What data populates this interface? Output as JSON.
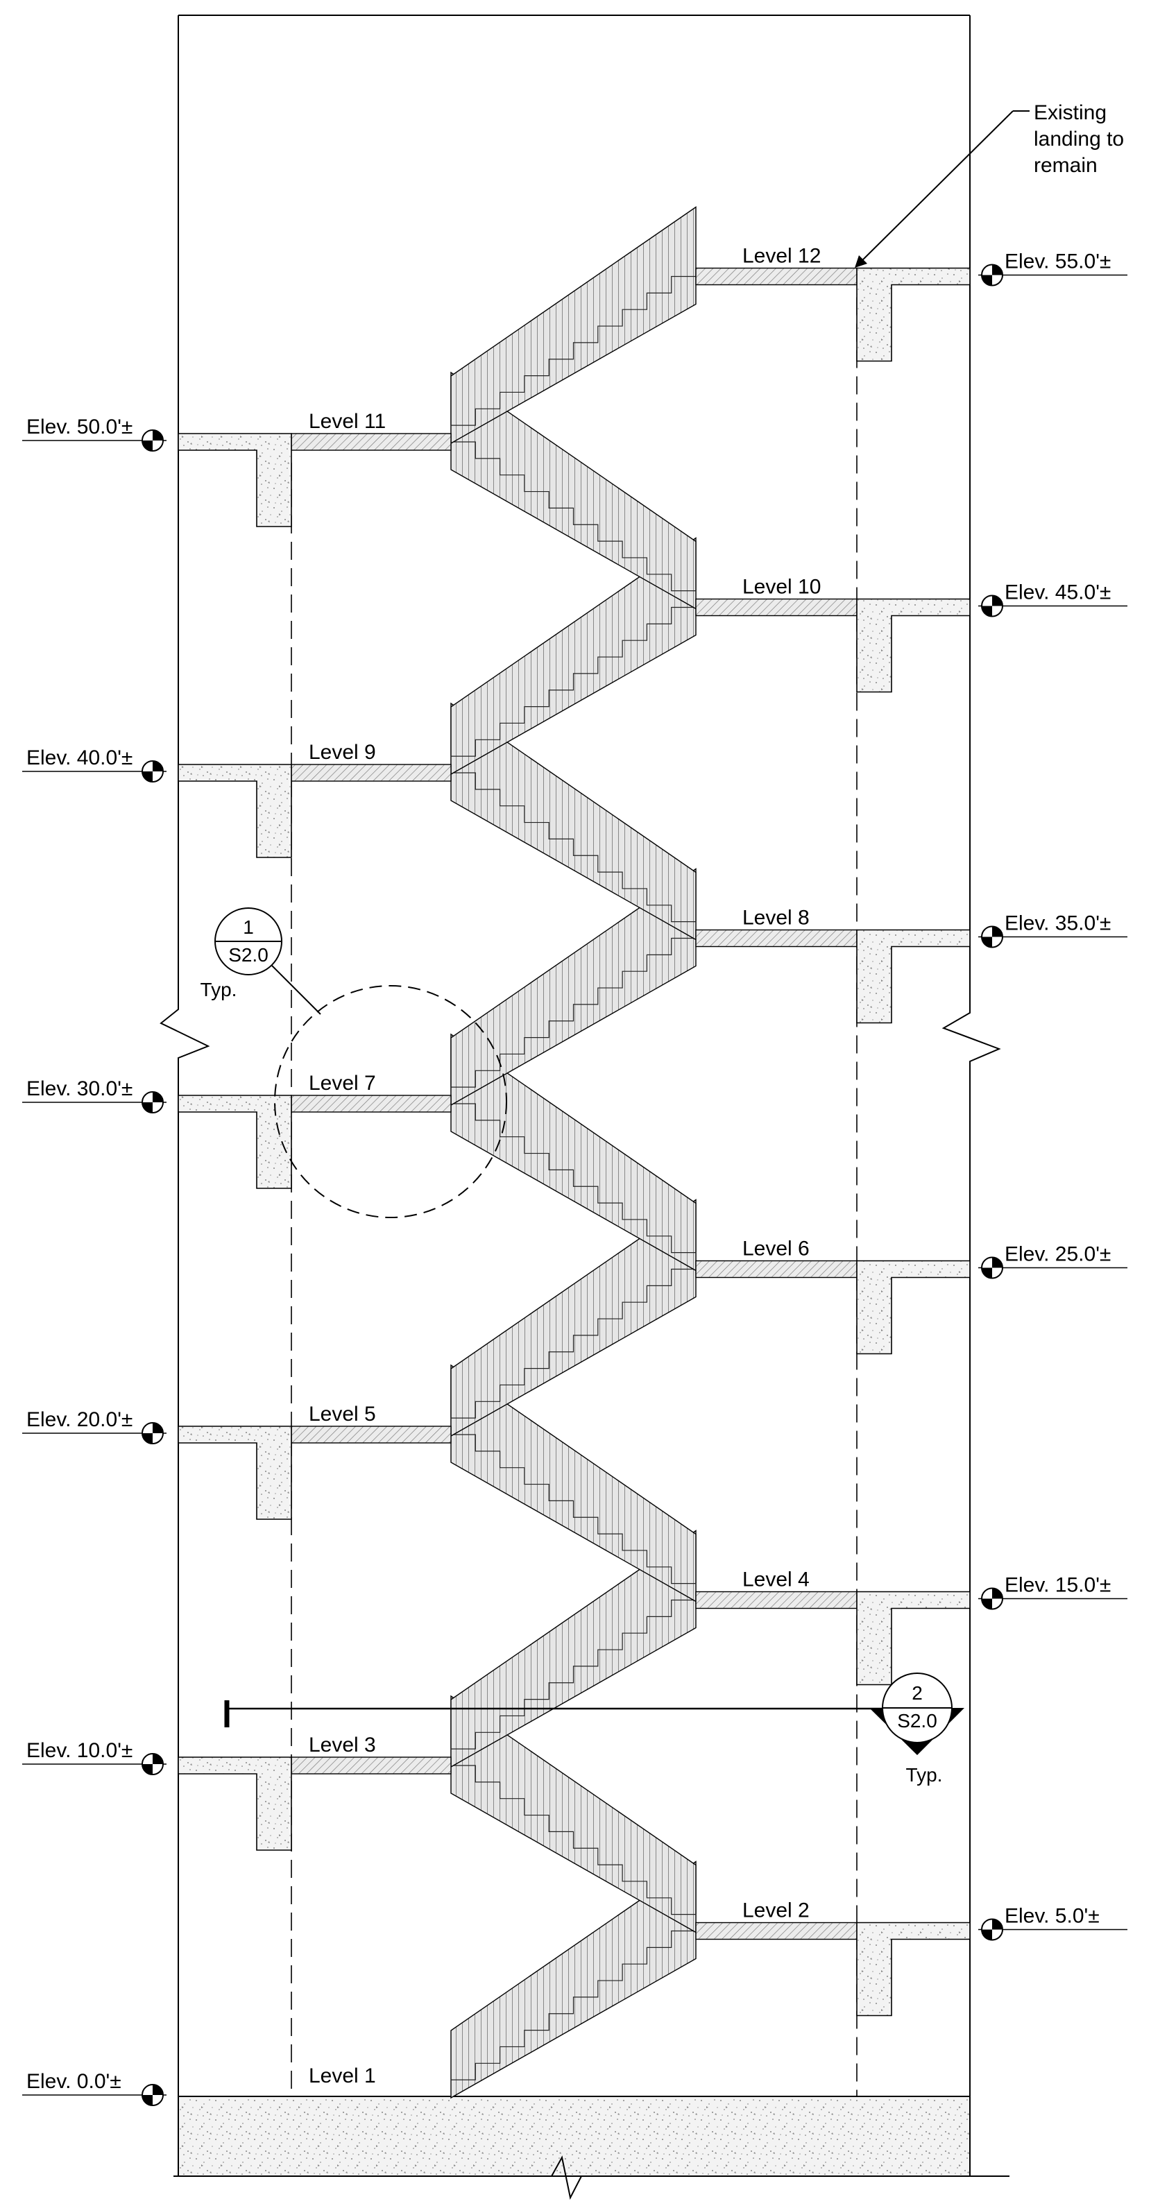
{
  "levels": [
    {
      "label": "Level 1",
      "side": "left"
    },
    {
      "label": "Level 2",
      "side": "right"
    },
    {
      "label": "Level 3",
      "side": "left"
    },
    {
      "label": "Level 4",
      "side": "right"
    },
    {
      "label": "Level 5",
      "side": "left"
    },
    {
      "label": "Level 6",
      "side": "right"
    },
    {
      "label": "Level 7",
      "side": "left"
    },
    {
      "label": "Level 8",
      "side": "right"
    },
    {
      "label": "Level 9",
      "side": "left"
    },
    {
      "label": "Level 10",
      "side": "right"
    },
    {
      "label": "Level 11",
      "side": "left"
    },
    {
      "label": "Level 12",
      "side": "right"
    }
  ],
  "elevations": [
    "Elev. 0.0'±",
    "Elev. 5.0'±",
    "Elev. 10.0'±",
    "Elev. 15.0'±",
    "Elev. 20.0'±",
    "Elev. 25.0'±",
    "Elev. 30.0'±",
    "Elev. 35.0'±",
    "Elev. 40.0'±",
    "Elev. 45.0'±",
    "Elev. 50.0'±",
    "Elev. 55.0'±"
  ],
  "notes": {
    "existing_landing": [
      "Existing",
      "landing to",
      "remain"
    ]
  },
  "detail_callout": {
    "number": "1",
    "sheet": "S2.0",
    "typ": "Typ."
  },
  "section_marker": {
    "number": "2",
    "sheet": "S2.0",
    "typ": "Typ."
  }
}
